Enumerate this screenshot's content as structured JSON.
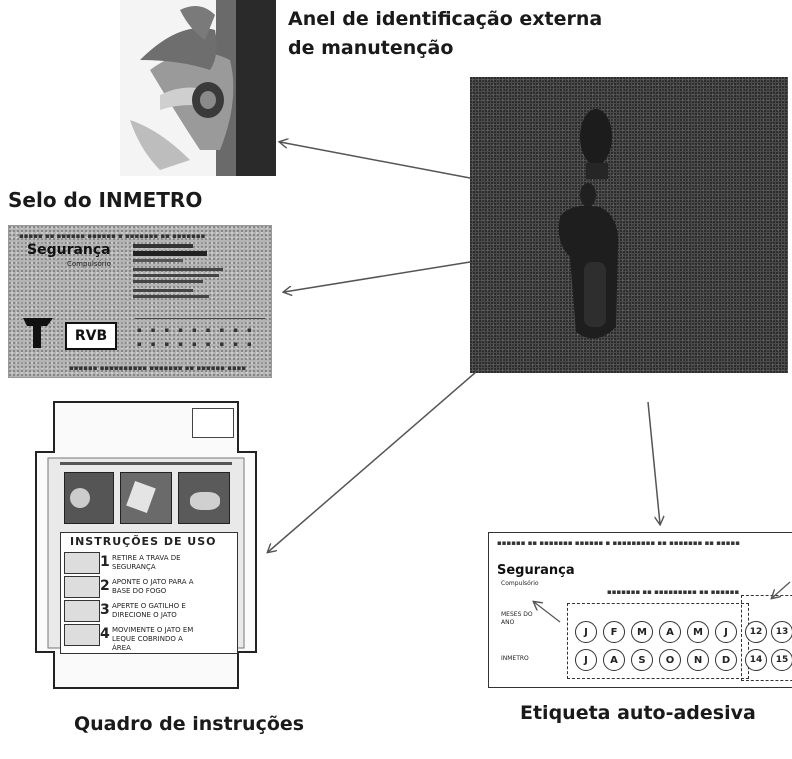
{
  "captions": {
    "ring_line1": "Anel de identificação externa",
    "ring_line2": "de manutenção",
    "seal": "Selo do INMETRO",
    "instructions": "Quadro de instruções",
    "sticker": "Etiqueta auto-adesiva"
  },
  "seal_card": {
    "title": "Segurança",
    "subtitle": "Compulsório",
    "logo": "RVB"
  },
  "instruction_panel": {
    "heading": "INSTRUÇÕES DE USO",
    "steps": [
      {
        "num": "1",
        "text": "RETIRE A TRAVA DE SEGURANÇA"
      },
      {
        "num": "2",
        "text": "APONTE O JATO PARA A BASE DO FOGO"
      },
      {
        "num": "3",
        "text": "APERTE O GATILHO E DIRECIONE O JATO"
      },
      {
        "num": "4",
        "text": "MOVIMENTE O JATO EM LEQUE COBRINDO A ÁREA"
      }
    ]
  },
  "sticker_label": {
    "title": "Segurança",
    "subtitle": "Compulsório",
    "row_label_1": "MESES DO ANO",
    "row_label_2": "INMETRO",
    "months_row1": [
      "J",
      "F",
      "M",
      "A",
      "M",
      "J"
    ],
    "months_row2": [
      "J",
      "A",
      "S",
      "O",
      "N",
      "D"
    ],
    "years_row1": [
      "12",
      "13"
    ],
    "years_row2": [
      "14",
      "15"
    ]
  },
  "colors": {
    "caption": "#1a1a1a",
    "photo_dark": "#4a4a4a",
    "arrow": "#555555"
  }
}
